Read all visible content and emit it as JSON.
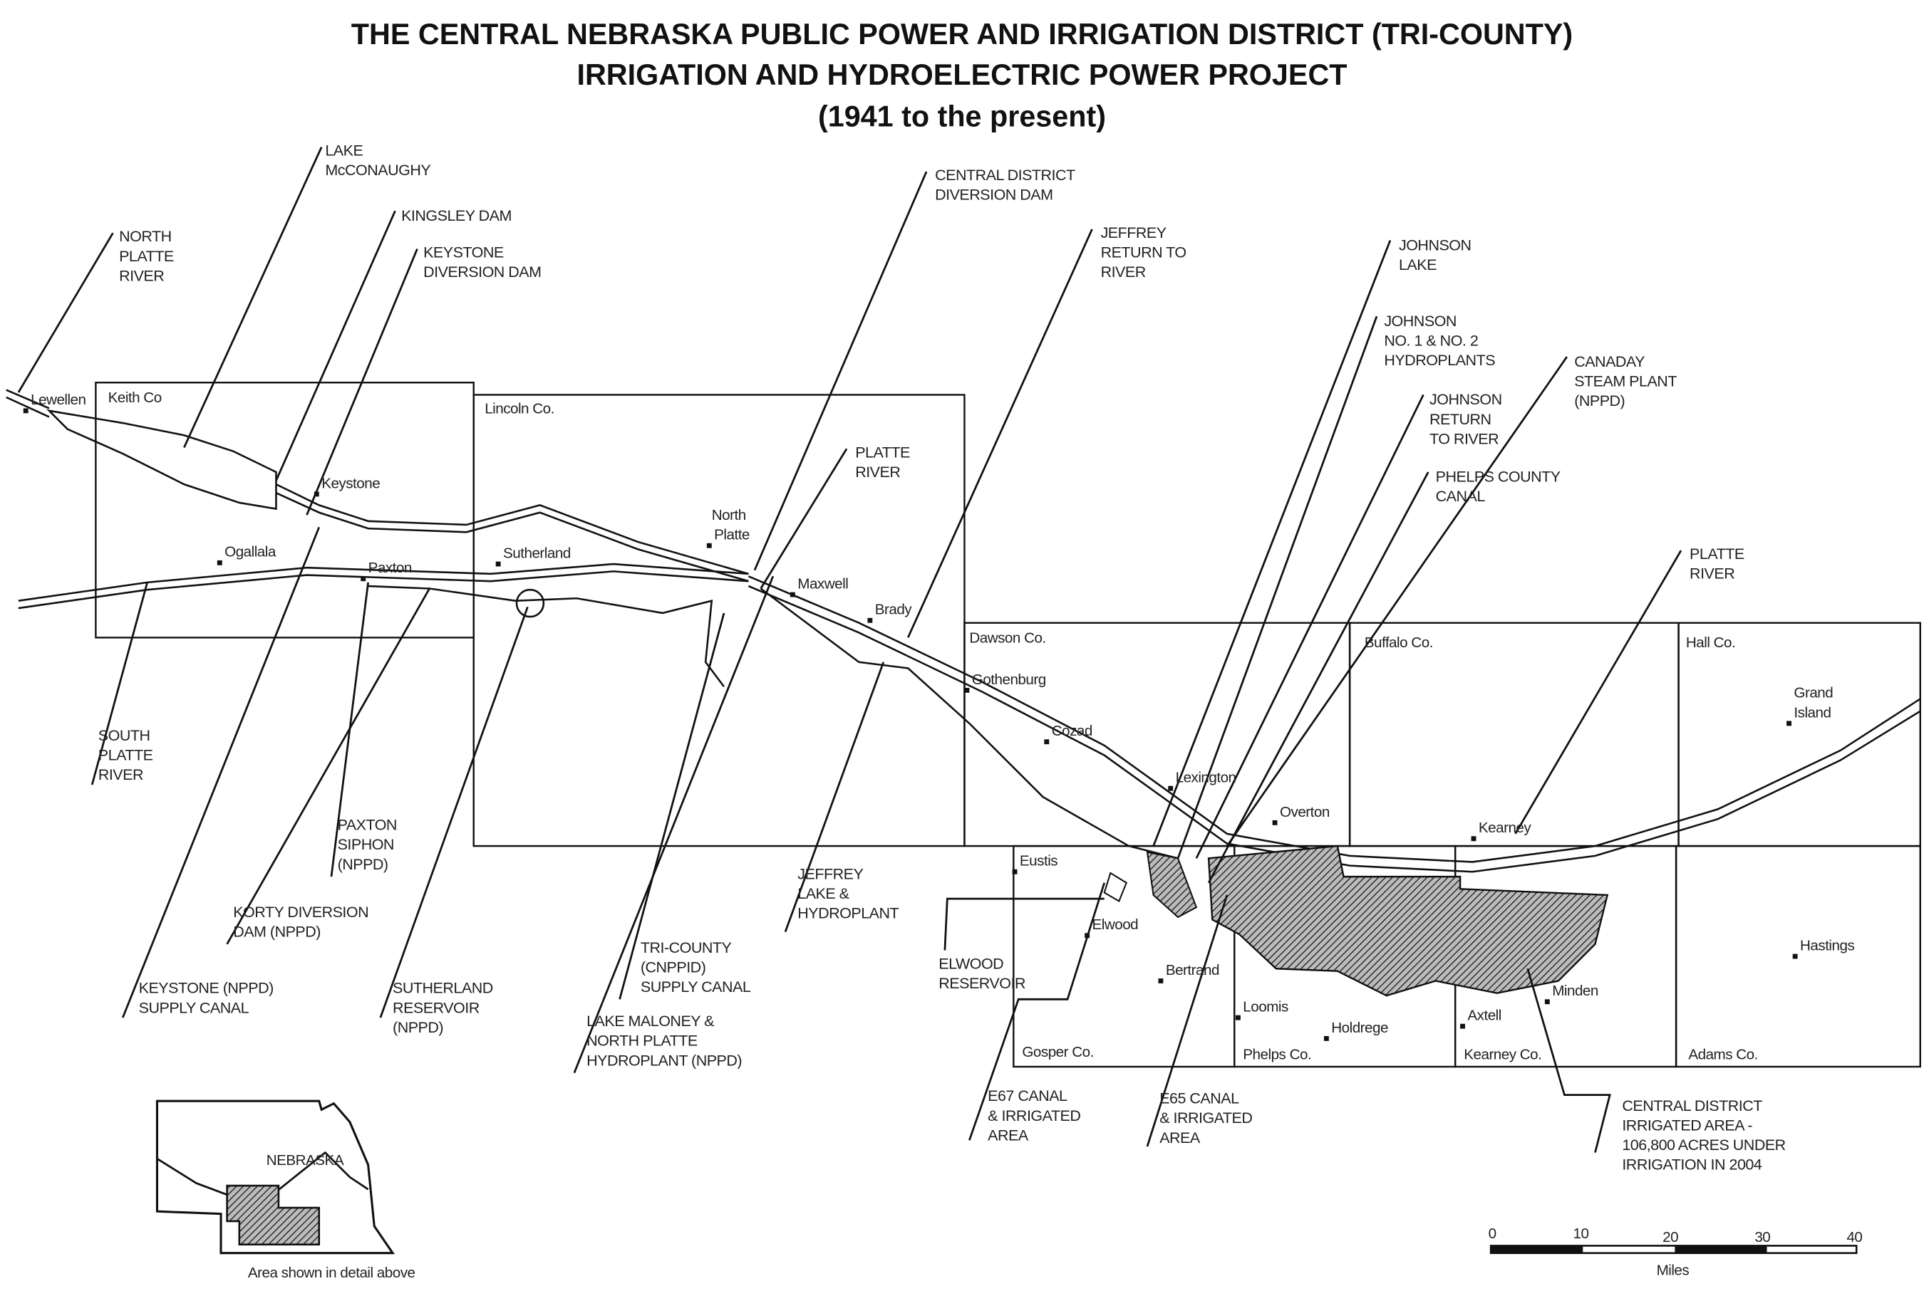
{
  "title": [
    "THE CENTRAL NEBRASKA PUBLIC POWER AND IRRIGATION DISTRICT (TRI-COUNTY)",
    "IRRIGATION AND HYDROELECTRIC POWER PROJECT",
    "(1941 to the present)"
  ],
  "labels": {
    "lake_mcconaughy": [
      "LAKE",
      "McCONAUGHY"
    ],
    "kingsley_dam": [
      "KINGSLEY DAM"
    ],
    "keystone_diversion_dam": [
      "KEYSTONE",
      "DIVERSION DAM"
    ],
    "north_platte_river": [
      "NORTH",
      "PLATTE",
      "RIVER"
    ],
    "central_district_diversion_dam": [
      "CENTRAL DISTRICT",
      "DIVERSION DAM"
    ],
    "jeffrey_return": [
      "JEFFREY",
      "RETURN TO",
      "RIVER"
    ],
    "johnson_lake": [
      "JOHNSON",
      "LAKE"
    ],
    "johnson_hydroplants": [
      "JOHNSON",
      "NO. 1 & NO. 2",
      "HYDROPLANTS"
    ],
    "canaday": [
      "CANADAY",
      "STEAM PLANT",
      "(NPPD)"
    ],
    "johnson_return": [
      "JOHNSON",
      "RETURN",
      "TO RIVER"
    ],
    "phelps_canal": [
      "PHELPS COUNTY",
      "CANAL"
    ],
    "platte_river_1": [
      "PLATTE",
      "RIVER"
    ],
    "platte_river_2": [
      "PLATTE",
      "RIVER"
    ],
    "south_platte_river": [
      "SOUTH",
      "PLATTE",
      "RIVER"
    ],
    "paxton_siphon": [
      "PAXTON",
      "SIPHON",
      "(NPPD)"
    ],
    "korty_dam": [
      "KORTY DIVERSION",
      "DAM (NPPD)"
    ],
    "keystone_supply_canal": [
      "KEYSTONE (NPPD)",
      "SUPPLY CANAL"
    ],
    "sutherland_reservoir": [
      "SUTHERLAND",
      "RESERVOIR",
      "(NPPD)"
    ],
    "jeffrey_lake": [
      "JEFFREY",
      "LAKE &",
      "HYDROPLANT"
    ],
    "tri_county_canal": [
      "TRI-COUNTY",
      "(CNPPID)",
      "SUPPLY CANAL"
    ],
    "lake_maloney": [
      "LAKE MALONEY &",
      "NORTH PLATTE",
      "HYDROPLANT (NPPD)"
    ],
    "elwood_reservoir": [
      "ELWOOD",
      "RESERVOIR"
    ],
    "e67_canal": [
      "E67 CANAL",
      "& IRRIGATED",
      "AREA"
    ],
    "e65_canal": [
      "E65 CANAL",
      "& IRRIGATED",
      "AREA"
    ],
    "irrigated_area": [
      "CENTRAL DISTRICT",
      "IRRIGATED AREA -",
      "106,800 ACRES UNDER",
      "IRRIGATION IN 2004"
    ]
  },
  "places": {
    "lewellen": "Lewellen",
    "keith_co": "Keith Co",
    "lincoln_co": "Lincoln Co.",
    "keystone": "Keystone",
    "ogallala": "Ogallala",
    "paxton": "Paxton",
    "sutherland": "Sutherland",
    "north_platte_1": "North",
    "north_platte_2": "Platte",
    "maxwell": "Maxwell",
    "brady": "Brady",
    "dawson_co": "Dawson Co.",
    "gothenburg": "Gothenburg",
    "cozad": "Cozad",
    "lexington": "Lexington",
    "overton": "Overton",
    "buffalo_co": "Buffalo Co.",
    "hall_co": "Hall Co.",
    "grand_island_1": "Grand",
    "grand_island_2": "Island",
    "kearney": "Kearney",
    "eustis": "Eustis",
    "elwood": "Elwood",
    "bertrand": "Bertrand",
    "loomis": "Loomis",
    "holdrege": "Holdrege",
    "axtell": "Axtell",
    "minden": "Minden",
    "hastings": "Hastings",
    "gosper_co": "Gosper Co.",
    "phelps_co": "Phelps Co.",
    "kearney_co": "Kearney Co.",
    "adams_co": "Adams Co."
  },
  "inset": {
    "state": "NEBRASKA",
    "caption": "Area shown in detail above"
  },
  "scale": {
    "ticks": [
      "0",
      "10",
      "20",
      "30",
      "40"
    ],
    "unit": "Miles"
  }
}
